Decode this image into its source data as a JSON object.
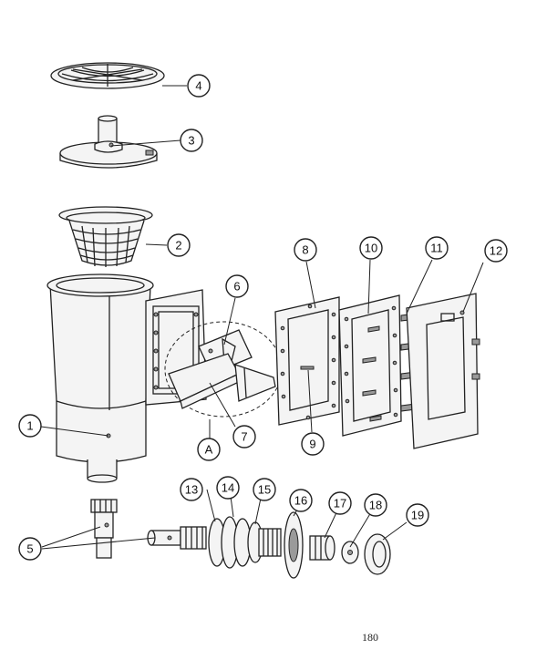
{
  "callouts": {
    "c1": "1",
    "c2": "2",
    "c3": "3",
    "c4": "4",
    "c5": "5",
    "c6": "6",
    "c7": "7",
    "c8": "8",
    "c9": "9",
    "c10": "10",
    "c11": "11",
    "c12": "12",
    "c13": "13",
    "c14": "14",
    "c15": "15",
    "c16": "16",
    "c17": "17",
    "c18": "18",
    "c19": "19",
    "cA": "A"
  },
  "page_number": "180"
}
